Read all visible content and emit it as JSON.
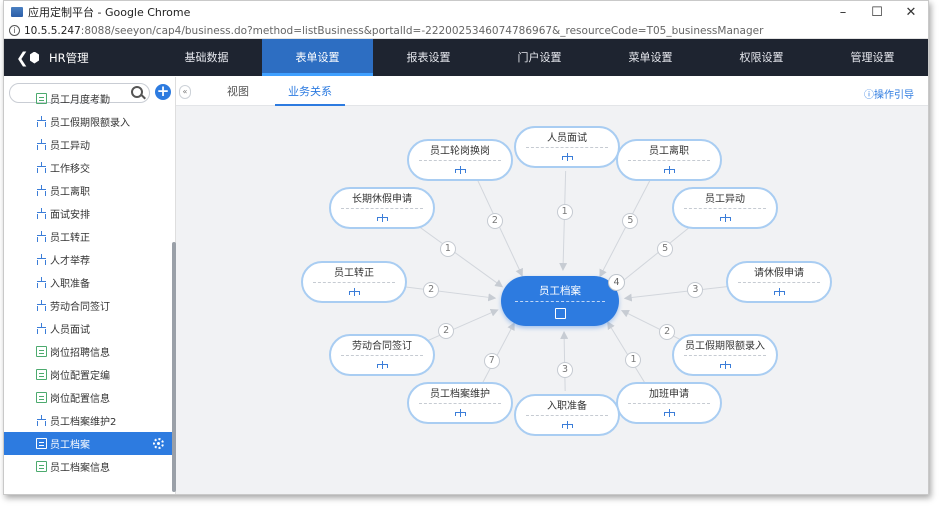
{
  "window": {
    "title": "应用定制平台 - Google Chrome",
    "minimize": "–",
    "maximize": "☐",
    "close": "✕"
  },
  "address": {
    "host": "10.5.5.247",
    "path": ":8088/seeyon/cap4/business.do?method=listBusiness&portalId=-2220025346074786967&_resourceCode=T05_businessManager"
  },
  "topnav": {
    "back": "❮",
    "title": "HR管理",
    "items": [
      {
        "label": "基础数据",
        "active": false
      },
      {
        "label": "表单设置",
        "active": true
      },
      {
        "label": "报表设置",
        "active": false
      },
      {
        "label": "门户设置",
        "active": false
      },
      {
        "label": "菜单设置",
        "active": false
      },
      {
        "label": "权限设置",
        "active": false
      },
      {
        "label": "管理设置",
        "active": false
      }
    ]
  },
  "sidebar": {
    "search_placeholder": "",
    "add": "+",
    "collapse": "«",
    "items": [
      {
        "label": "员工月度考勤",
        "icon": "form-icon"
      },
      {
        "label": "员工假期限额录入",
        "icon": "org-icon"
      },
      {
        "label": "员工异动",
        "icon": "org-icon"
      },
      {
        "label": "工作移交",
        "icon": "org-icon"
      },
      {
        "label": "员工离职",
        "icon": "org-icon"
      },
      {
        "label": "面试安排",
        "icon": "org-icon"
      },
      {
        "label": "员工转正",
        "icon": "org-icon"
      },
      {
        "label": "人才举荐",
        "icon": "org-icon"
      },
      {
        "label": "入职准备",
        "icon": "org-icon"
      },
      {
        "label": "劳动合同签订",
        "icon": "org-icon"
      },
      {
        "label": "人员面试",
        "icon": "org-icon"
      },
      {
        "label": "岗位招聘信息",
        "icon": "form-icon"
      },
      {
        "label": "岗位配置定编",
        "icon": "form-icon"
      },
      {
        "label": "岗位配置信息",
        "icon": "form-icon"
      },
      {
        "label": "员工档案维护2",
        "icon": "org-icon"
      },
      {
        "label": "员工档案",
        "icon": "form-icon",
        "active": true
      },
      {
        "label": "员工档案信息",
        "icon": "form-icon"
      }
    ]
  },
  "tabs": [
    {
      "label": "视图",
      "active": false
    },
    {
      "label": "业务关系",
      "active": true
    }
  ],
  "help": "ⓘ操作引导",
  "diagram": {
    "center": {
      "label": "员工档案",
      "count": "4"
    },
    "nodes": [
      {
        "label": "人员面试",
        "edge": "1"
      },
      {
        "label": "员工离职",
        "edge": "5"
      },
      {
        "label": "员工异动",
        "edge": "5"
      },
      {
        "label": "请休假申请",
        "edge": "3"
      },
      {
        "label": "员工假期限额录入",
        "edge": "2"
      },
      {
        "label": "加班申请",
        "edge": "1"
      },
      {
        "label": "入职准备",
        "edge": "3"
      },
      {
        "label": "员工档案维护",
        "edge": "7"
      },
      {
        "label": "劳动合同签订",
        "edge": "2"
      },
      {
        "label": "员工转正",
        "edge": "2"
      },
      {
        "label": "长期休假申请",
        "edge": "1"
      },
      {
        "label": "员工轮岗换岗",
        "edge": "2"
      }
    ]
  }
}
